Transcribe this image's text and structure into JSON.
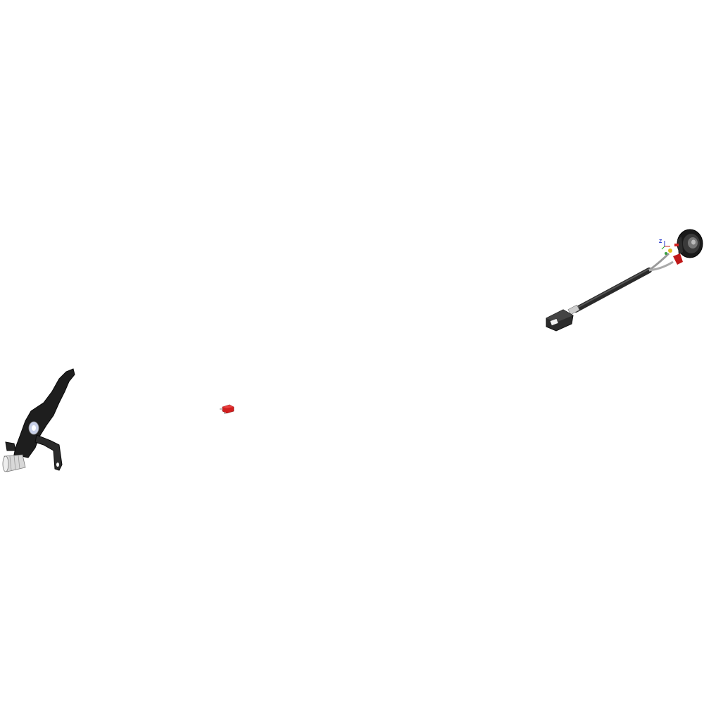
{
  "scene": {
    "background": "#ffffff",
    "parts": [
      {
        "name": "mounting-bracket",
        "kind": "bracket",
        "color": "#1e1e1e"
      },
      {
        "name": "fuse",
        "kind": "blade-fuse",
        "color": "#d21e1e"
      },
      {
        "name": "cable-harness",
        "kind": "cable-with-connector-and-gauge",
        "color": "#2a2a2a"
      }
    ],
    "axis_indicator": {
      "label": "Z",
      "color": "#2233cc"
    }
  }
}
